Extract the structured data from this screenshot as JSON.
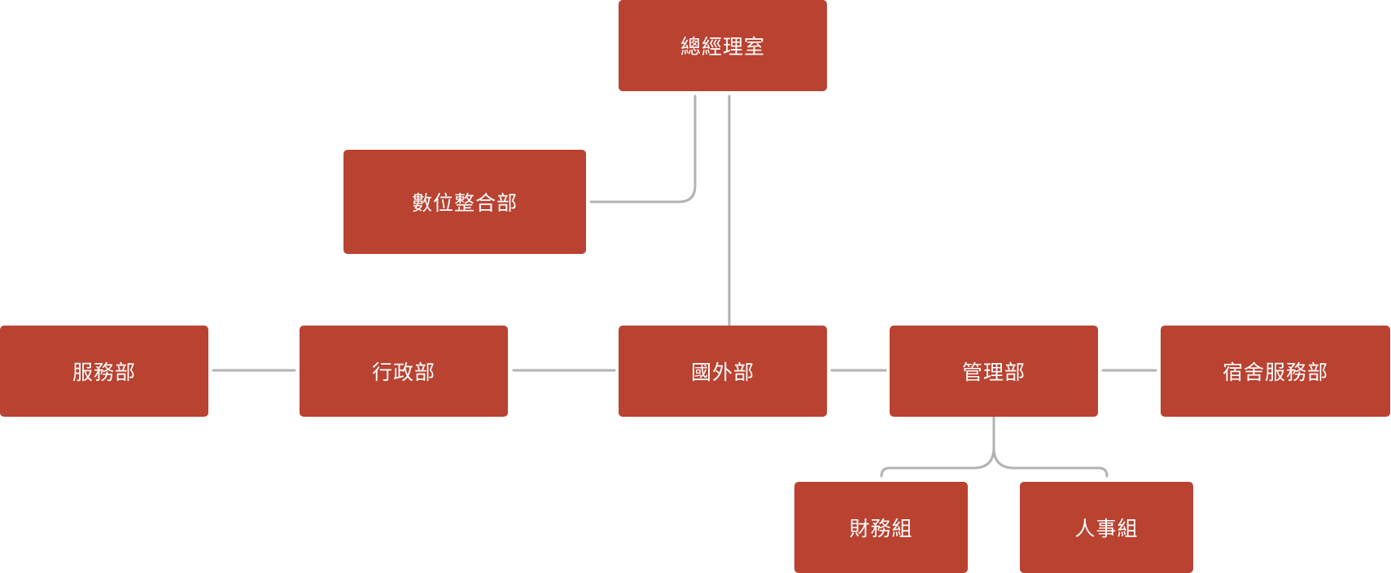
{
  "colors": {
    "box_fill": "#b94231",
    "box_text": "#ffffff",
    "connector": "#b3b3b3",
    "background": "#ffffff"
  },
  "org_chart": {
    "general_manager": "總經理室",
    "digital_integration": "數位整合部",
    "service": "服務部",
    "administration": "行政部",
    "international": "國外部",
    "management": "管理部",
    "dormitory_service": "宿舍服務部",
    "finance_group": "財務組",
    "hr_group": "人事組"
  }
}
